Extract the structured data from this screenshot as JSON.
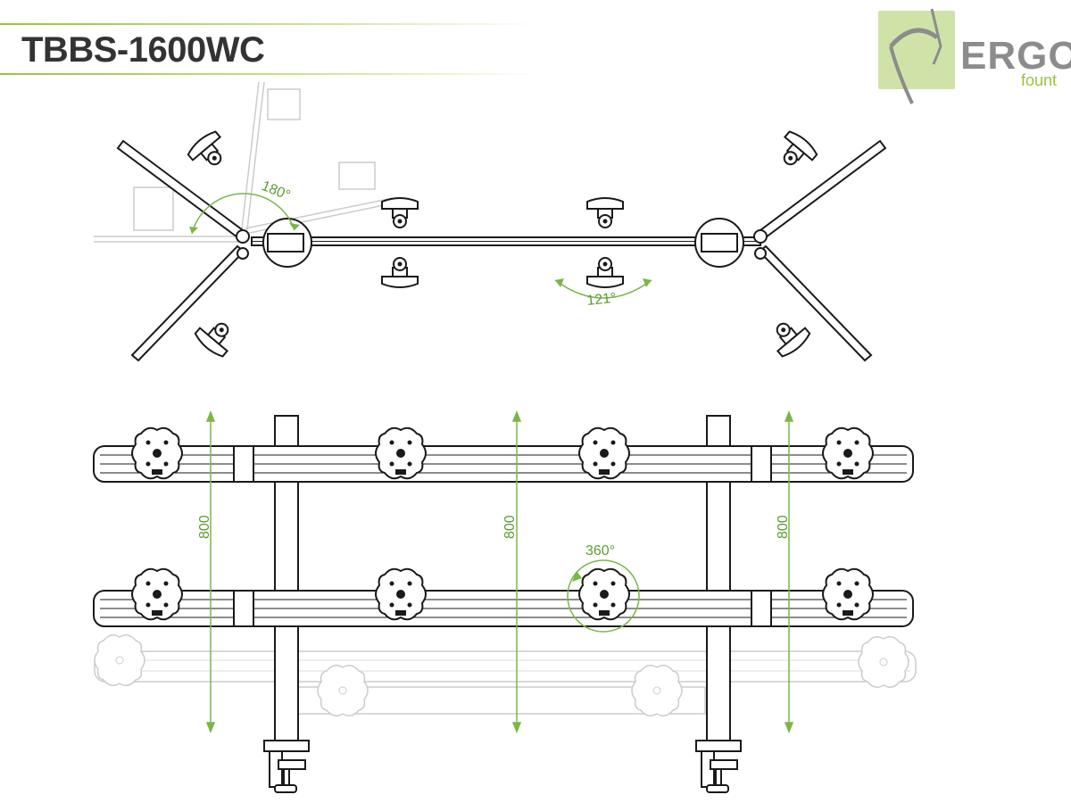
{
  "title": "TBBS-1600WC",
  "logo": {
    "word": "ERGO",
    "sub": "fount"
  },
  "colors": {
    "accent": "#7ab648",
    "line": "#1a1a1a",
    "ghost": "#cccccc"
  },
  "top_view": {
    "angle_180_label": "180°",
    "angle_121_label": "121°"
  },
  "front_view": {
    "height_label_left": "800",
    "height_label_center": "800",
    "height_label_right": "800",
    "rotation_label": "360°"
  }
}
